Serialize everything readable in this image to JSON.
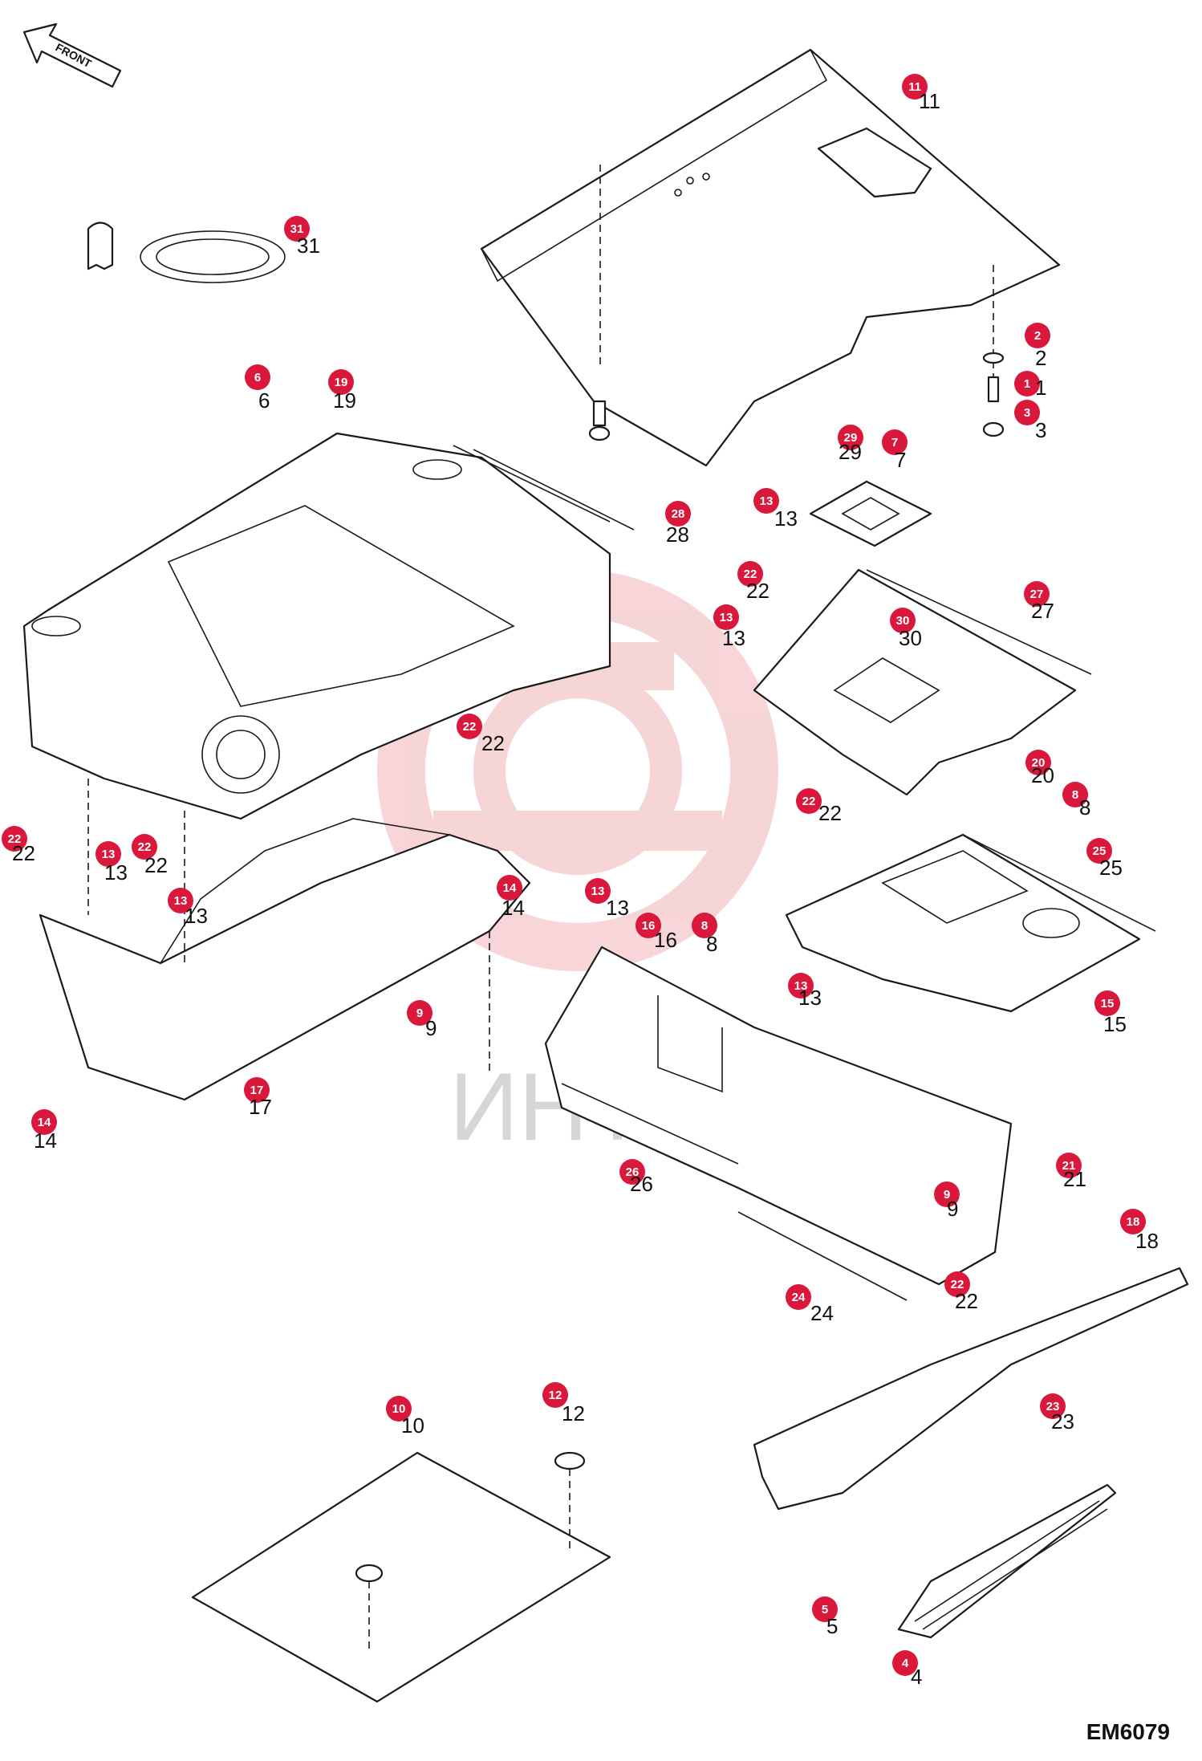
{
  "direction_label": "FRONT",
  "drawing_code": "EM6079",
  "watermark": "ИНТЕХ",
  "watermark_color": "#f0b3b8",
  "callout_color": "#d9183b",
  "callouts": [
    {
      "id": "c11",
      "label": "11",
      "plain": "11"
    },
    {
      "id": "c31",
      "label": "31",
      "plain": "31"
    },
    {
      "id": "c2",
      "label": "2",
      "plain": "2"
    },
    {
      "id": "c1",
      "label": "1",
      "plain": "1"
    },
    {
      "id": "c3",
      "label": "3",
      "plain": "3"
    },
    {
      "id": "c6",
      "label": "6",
      "plain": "6"
    },
    {
      "id": "c19",
      "label": "19",
      "plain": "19"
    },
    {
      "id": "c28",
      "label": "28",
      "plain": "28"
    },
    {
      "id": "c29",
      "label": "29",
      "plain": "29"
    },
    {
      "id": "c7",
      "label": "7",
      "plain": "7"
    },
    {
      "id": "c13a",
      "label": "13",
      "plain": "13"
    },
    {
      "id": "c22a",
      "label": "22",
      "plain": "22"
    },
    {
      "id": "c13b",
      "label": "13",
      "plain": "13"
    },
    {
      "id": "c27",
      "label": "27",
      "plain": "27"
    },
    {
      "id": "c30",
      "label": "30",
      "plain": "30"
    },
    {
      "id": "c22b",
      "label": "22",
      "plain": "22"
    },
    {
      "id": "c20",
      "label": "20",
      "plain": "20"
    },
    {
      "id": "c22c",
      "label": "22",
      "plain": "22"
    },
    {
      "id": "c8a",
      "label": "8",
      "plain": "8"
    },
    {
      "id": "c25",
      "label": "25",
      "plain": "25"
    },
    {
      "id": "c22d",
      "label": "22",
      "plain": "22"
    },
    {
      "id": "c13c",
      "label": "13",
      "plain": "13"
    },
    {
      "id": "c22e",
      "label": "22",
      "plain": "22"
    },
    {
      "id": "c13d",
      "label": "13",
      "plain": "13"
    },
    {
      "id": "c14a",
      "label": "14",
      "plain": "14"
    },
    {
      "id": "c13e",
      "label": "13",
      "plain": "13"
    },
    {
      "id": "c16",
      "label": "16",
      "plain": "16"
    },
    {
      "id": "c8b",
      "label": "8",
      "plain": "8"
    },
    {
      "id": "c13f",
      "label": "13",
      "plain": "13"
    },
    {
      "id": "c15",
      "label": "15",
      "plain": "15"
    },
    {
      "id": "c9a",
      "label": "9",
      "plain": "9"
    },
    {
      "id": "c17",
      "label": "17",
      "plain": "17"
    },
    {
      "id": "c14b",
      "label": "14",
      "plain": "14"
    },
    {
      "id": "c26",
      "label": "26",
      "plain": "26"
    },
    {
      "id": "c9b",
      "label": "9",
      "plain": "9"
    },
    {
      "id": "c21",
      "label": "21",
      "plain": "21"
    },
    {
      "id": "c18",
      "label": "18",
      "plain": "18"
    },
    {
      "id": "c24",
      "label": "24",
      "plain": "24"
    },
    {
      "id": "c22f",
      "label": "22",
      "plain": "22"
    },
    {
      "id": "c23",
      "label": "23",
      "plain": "23"
    },
    {
      "id": "c10",
      "label": "10",
      "plain": "10"
    },
    {
      "id": "c12",
      "label": "12",
      "plain": "12"
    },
    {
      "id": "c5",
      "label": "5",
      "plain": "5"
    },
    {
      "id": "c4",
      "label": "4",
      "plain": "4"
    }
  ]
}
